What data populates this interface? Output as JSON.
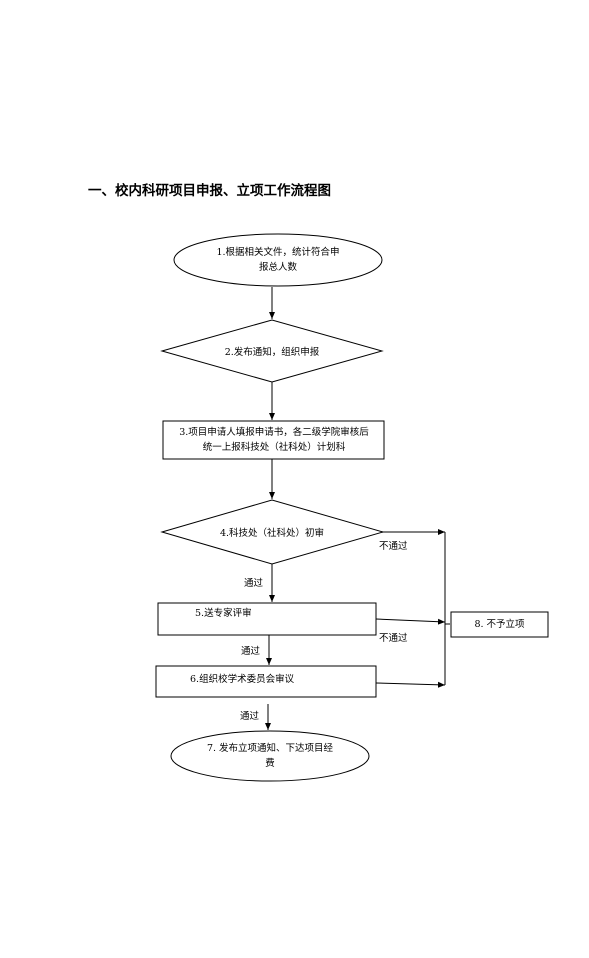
{
  "page_title": "一、校内科研项目申报、立项工作流程图",
  "nodes": {
    "n1": {
      "line1": "1.根据相关文件，统计符合申",
      "line2": "报总人数"
    },
    "n2": {
      "line1": "2.发布通知，组织申报"
    },
    "n3": {
      "line1": "3.项目申请人填报申请书，各二级学院审核后",
      "line2": "统一上报科技处（社科处）计划科"
    },
    "n4": {
      "line1": "4.科技处（社科处）初审"
    },
    "n5": {
      "line1": "5.送专家评审"
    },
    "n6": {
      "line1": "6.组织校学术委员会审议"
    },
    "n7": {
      "line1": "7. 发布立项通知、下达项目经",
      "line2": "费"
    },
    "n8": {
      "line1": "8. 不予立项"
    }
  },
  "edge_labels": {
    "pass_4_5": "通过",
    "pass_5_6": "通过",
    "pass_6_7": "通过",
    "reject_4": "不通过",
    "reject_5": "不通过"
  }
}
